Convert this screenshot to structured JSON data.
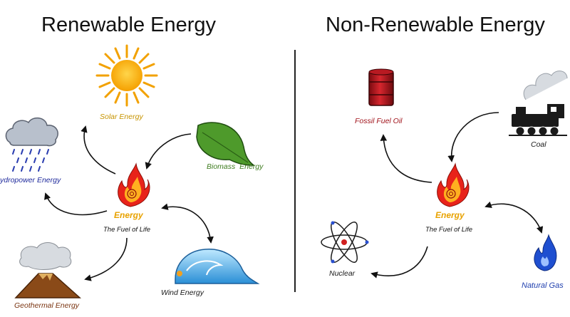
{
  "titles": {
    "left": "Renewable Energy",
    "right": "Non-Renewable Energy"
  },
  "renewable": {
    "center_label": "Energy",
    "center_sub": "The Fuel of Life",
    "solar": "Solar Energy",
    "biomass": "Biomass  Energy",
    "hydro": "ydropower Energy",
    "geothermal": "Geothermal Energy",
    "wind": "Wind Energy"
  },
  "non_renewable": {
    "center_label": "Energy",
    "center_sub": "The Fuel of Life",
    "oil": "Fossil Fuel Oil",
    "coal": "Coal",
    "nuclear": "Nuclear",
    "gas": "Natural Gas"
  },
  "colors": {
    "solar": "#e0a800",
    "biomass": "#3f7d20",
    "hydro": "#1f2a9c",
    "geothermal": "#8a3a10",
    "wind": "#1a1a1a",
    "oil": "#a0121a",
    "coal": "#1a1a1a",
    "nuclear": "#1a1a1a",
    "gas": "#1f3fae",
    "energy": "#e8a200"
  }
}
